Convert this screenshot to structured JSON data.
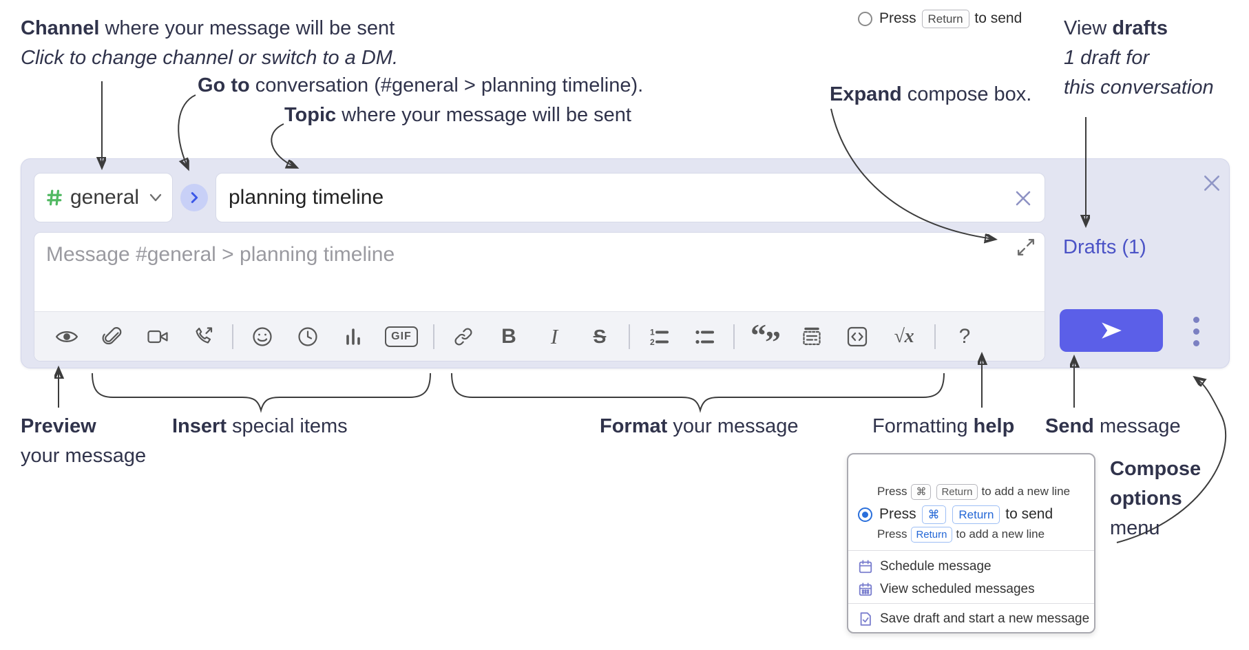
{
  "colors": {
    "compose_background": "#e3e5f2",
    "accent_indigo": "#5b5fe8",
    "drafts_link": "#4b53c6",
    "channel_hash_green": "#52b963",
    "go_to_button_blue": "#3b57e8",
    "radio_selected_blue": "#2a6fdb",
    "menu_icon_purple": "#7a7ece",
    "annotation_text": "#30334b",
    "toolbar_icon_gray": "#575757"
  },
  "annotations": {
    "channel": {
      "bold": "Channel",
      "rest": " where your message will be sent",
      "sub_italic": "Click to change channel or switch to a DM."
    },
    "go_to": {
      "bold": "Go to",
      "rest": " conversation (#general > planning timeline)."
    },
    "topic": {
      "bold": "Topic",
      "rest": " where your message will be sent"
    },
    "expand": {
      "bold": "Expand",
      "rest": " compose box."
    },
    "view_drafts": {
      "line1_regular": "View ",
      "line1_bold": "drafts",
      "line2_italic": "1 draft for",
      "line3_italic": "this conversation"
    },
    "preview": {
      "bold": "Preview",
      "line2": "your message"
    },
    "insert": {
      "bold": "Insert",
      "rest": " special items"
    },
    "format": {
      "bold": "Format",
      "rest": " your message"
    },
    "formatting_help": {
      "regular": "Formatting ",
      "bold": "help"
    },
    "send": {
      "bold": "Send",
      "rest": " message"
    },
    "compose_options": {
      "line1_bold": "Compose",
      "line2_bold": "options",
      "line3": "menu"
    }
  },
  "compose_box": {
    "channel_selector": {
      "label": "general"
    },
    "topic_input": {
      "value": "planning timeline"
    },
    "message_input": {
      "placeholder": "Message #general > planning timeline"
    },
    "drafts_link_label": "Drafts (1)",
    "toolbar_glyphs": {
      "gif": "GIF",
      "bold": "B",
      "italic": "I",
      "strikethrough": "S",
      "ol1": "1",
      "ol2": "2",
      "math": "√x",
      "help": "?",
      "quote_open": "“",
      "quote_close": "”"
    },
    "toolbar_icon_names": [
      "preview-eye-icon",
      "attach-paperclip-icon",
      "video-call-icon",
      "voice-call-icon",
      "emoji-icon",
      "time-icon",
      "poll-icon",
      "gif-icon",
      "link-icon",
      "bold-icon",
      "italic-icon",
      "strikethrough-icon",
      "numbered-list-icon",
      "bulleted-list-icon",
      "quote-icon",
      "spoiler-icon",
      "code-icon",
      "math-icon",
      "help-icon"
    ]
  },
  "popup_menu": {
    "option_enter_send": {
      "press": "Press",
      "key_return": "Return",
      "suffix": "to send",
      "sub_press": "Press",
      "sub_key_cmd": "⌘",
      "sub_key_return": "Return",
      "sub_suffix": "to add a new line"
    },
    "option_cmd_enter_send": {
      "press": "Press",
      "key_cmd": "⌘",
      "key_return": "Return",
      "suffix": "to send",
      "sub_press": "Press",
      "sub_key_return": "Return",
      "sub_suffix": "to add a new line"
    },
    "schedule_message": "Schedule message",
    "view_scheduled_messages": "View scheduled messages",
    "save_draft": "Save draft and start a new message"
  }
}
